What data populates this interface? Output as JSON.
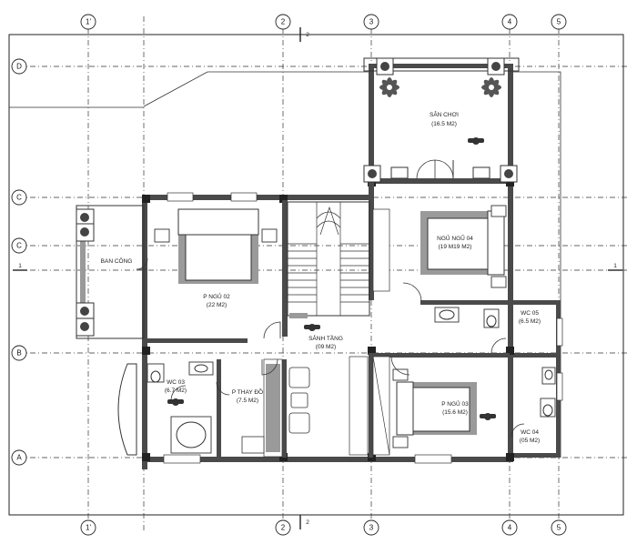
{
  "grid_labels": {
    "columns": [
      "1'",
      "2",
      "3",
      "4",
      "5"
    ],
    "rows": [
      "D",
      "C",
      "C",
      "B",
      "A"
    ],
    "section_marks": [
      "2",
      "2"
    ],
    "side_marks": [
      "1",
      "1"
    ]
  },
  "rooms": {
    "san_choi": {
      "name": "SÂN CHƠI",
      "area": "(16.5 M2)"
    },
    "ban_cong": {
      "name": "BAN CÔNG"
    },
    "p_ngu_02": {
      "name": "P NGỦ 02",
      "area": "(22 M2)"
    },
    "p_ngu_04": {
      "name": "NGỦ NGŨ 04",
      "area": "(19 M19 M2)"
    },
    "wc_05": {
      "name": "WC 05",
      "area": "(6.5 M2)"
    },
    "sanh_tang": {
      "name": "SẢNH TẦNG",
      "area": "(09 M2)"
    },
    "wc_03": {
      "name": "WC 03",
      "area": "(6.7 M2)"
    },
    "p_thay_do": {
      "name": "P THAY ĐỒ",
      "area": "(7.5 M2)"
    },
    "p_ngu_03": {
      "name": "P NGỦ 03",
      "area": "(15.6 M2)"
    },
    "wc_04": {
      "name": "WC 04",
      "area": "(05 M2)"
    }
  }
}
